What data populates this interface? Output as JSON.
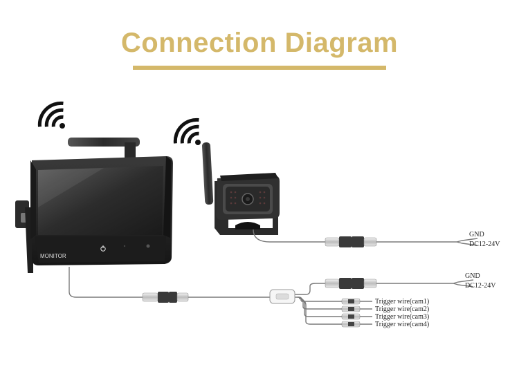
{
  "title": "Connection Diagram",
  "colors": {
    "accent": "#d4b86a",
    "device": "#2a2a2a",
    "cable": "#7a7a7a"
  },
  "icons": [
    "wifi-signal-icon",
    "power-icon"
  ],
  "monitor": {
    "brand_label": "MONITOR"
  },
  "camera_power": {
    "gnd": "GND",
    "dc": "DC12-24V"
  },
  "monitor_power": {
    "gnd": "GND",
    "dc": "DC12-24V"
  },
  "trigger_wires": [
    "Trigger wire(cam1)",
    "Trigger wire(cam2)",
    "Trigger wire(cam3)",
    "Trigger wire(cam4)"
  ]
}
